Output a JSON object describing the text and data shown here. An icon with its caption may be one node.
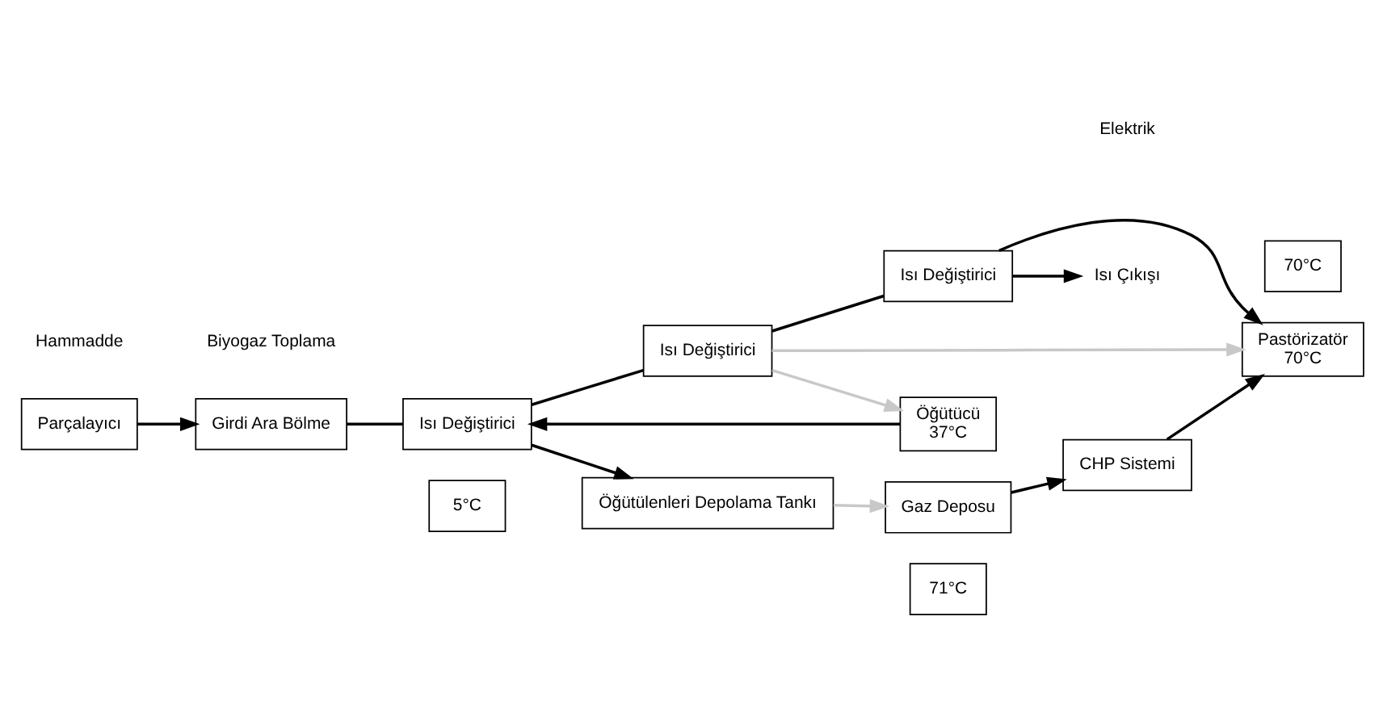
{
  "diagram": {
    "nodes": [
      {
        "text": [
          "5°C"
        ]
      },
      {
        "text": [
          "71°C"
        ]
      },
      {
        "text": [
          "Parçalayıcı"
        ]
      },
      {
        "text": [
          "Girdi Ara Bölme"
        ]
      },
      {
        "text": [
          "Isı Değiştirici"
        ]
      },
      {
        "text": [
          "Isı Değiştirici"
        ]
      },
      {
        "text": [
          "Isı Değiştirici"
        ]
      },
      {
        "text": [
          "Pastörizatör",
          "70°C"
        ]
      },
      {
        "text": [
          "70°C"
        ]
      },
      {
        "text": [
          "Öğütülenleri Depolama Tankı"
        ]
      },
      {
        "text": [
          "Öğütücü",
          "37°C"
        ]
      },
      {
        "text": [
          "Gaz Deposu"
        ]
      },
      {
        "text": [
          "CHP Sistemi"
        ]
      },
      {
        "text": [
          "Isı Çıkışı"
        ]
      }
    ],
    "edges": [
      {
        "from": 2,
        "to": 3,
        "arrow": "to"
      },
      {
        "from": 3,
        "to": 4,
        "arrow": "none"
      },
      {
        "from": 4,
        "to": 5,
        "arrow": "none"
      },
      {
        "from": 5,
        "to": 6,
        "arrow": "none"
      },
      {
        "from": 6,
        "to": 7,
        "arrow": "to"
      },
      {
        "from": 10,
        "to": 4,
        "arrow": "to"
      },
      {
        "from": 4,
        "to": 9,
        "arrow": "to"
      },
      {
        "from": 5,
        "to": 10,
        "arrow": "to",
        "color": "#c8c8c8"
      },
      {
        "from": 5,
        "to": 7,
        "arrow": "to",
        "color": "#c8c8c8"
      },
      {
        "from": 9,
        "to": 11,
        "arrow": "to",
        "color": "#c8c8c8"
      },
      {
        "from": 6,
        "to": 13,
        "arrow": "to"
      },
      {
        "from": 11,
        "to": 12,
        "arrow": "to"
      },
      {
        "from": 12,
        "to": 7,
        "arrow": "to"
      }
    ],
    "labels": [
      "Elektrik"
    ],
    "legend": [
      {
        "text": "Hammadde"
      },
      {
        "text": "Biyogaz Toplama"
      }
    ]
  }
}
